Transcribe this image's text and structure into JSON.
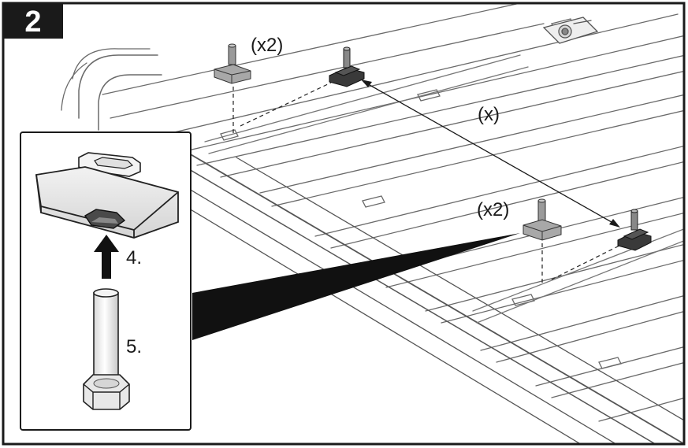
{
  "step": {
    "number": "2"
  },
  "callouts": {
    "qty_top": "(x2)",
    "spacing": "(x)",
    "qty_mid": "(x2)"
  },
  "inset": {
    "label_nut": "4.",
    "label_bolt": "5."
  },
  "colors": {
    "frame": "#1a1a1a",
    "badge": "#1a1a1a",
    "badge_text": "#ffffff",
    "rail_stroke": "#555555",
    "part_gray": "#9a9a9a",
    "part_dark": "#3a3a3a"
  },
  "icons": [
    "step-badge",
    "t-bolt-part",
    "clamp-part",
    "t-nut-part",
    "hex-bolt-part",
    "insert-arrow"
  ]
}
